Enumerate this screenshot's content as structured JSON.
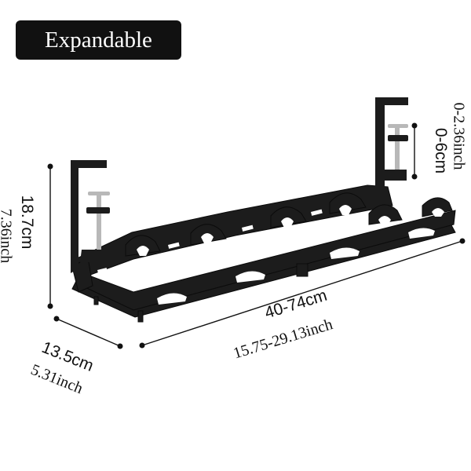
{
  "badge": {
    "text": "Expandable"
  },
  "product": {
    "color": "#1c1c1c",
    "accent_color": "#b8b8b8"
  },
  "dimensions": {
    "height": {
      "metric": "18.7cm",
      "imperial": "7.36inch"
    },
    "depth": {
      "metric": "13.5cm",
      "imperial": "5.31inch"
    },
    "length": {
      "metric": "40-74cm",
      "imperial": "15.75-29.13inch"
    },
    "clamp_range": {
      "metric": "0-6cm",
      "imperial": "0-2.36inch"
    }
  }
}
